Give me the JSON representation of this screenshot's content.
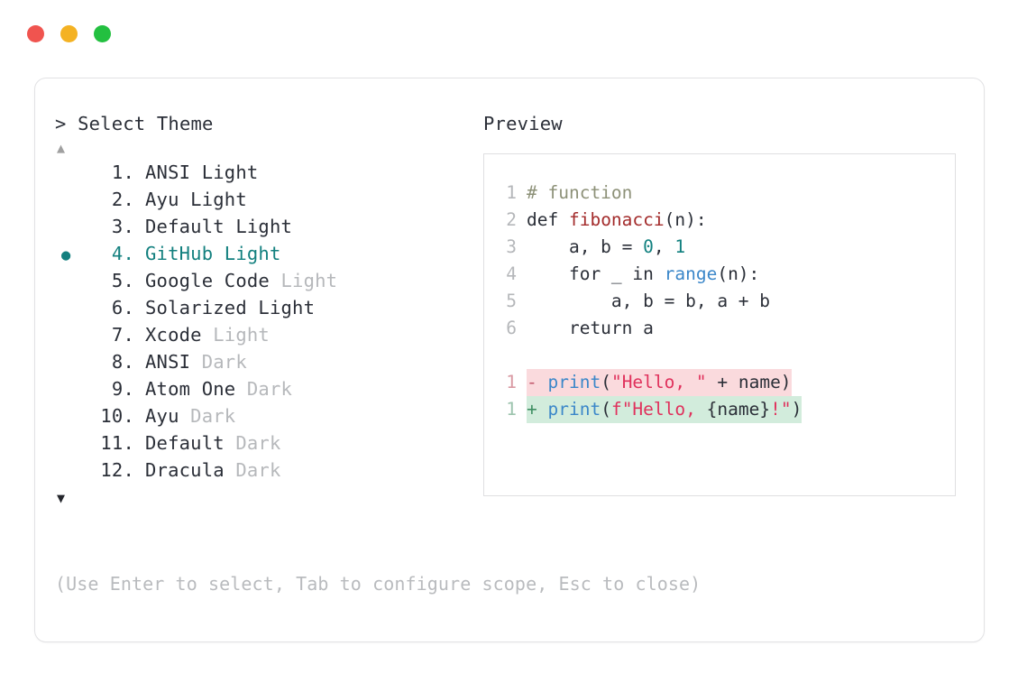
{
  "window": {
    "traffic_lights": [
      {
        "name": "close",
        "color": "#f0544f"
      },
      {
        "name": "minimize",
        "color": "#f4b223"
      },
      {
        "name": "zoom",
        "color": "#23c040"
      }
    ]
  },
  "picker": {
    "prompt": "> Select Theme",
    "scroll_up": "▲",
    "scroll_down": "▼",
    "selected_index": 4,
    "selected_marker": "●",
    "items": [
      {
        "index": "1.",
        "name": "ANSI",
        "suffix": "Light",
        "suffix_dim": false,
        "selected": false
      },
      {
        "index": "2.",
        "name": "Ayu",
        "suffix": "Light",
        "suffix_dim": false,
        "selected": false
      },
      {
        "index": "3.",
        "name": "Default",
        "suffix": "Light",
        "suffix_dim": false,
        "selected": false
      },
      {
        "index": "4.",
        "name": "GitHub",
        "suffix": "Light",
        "suffix_dim": false,
        "selected": true
      },
      {
        "index": "5.",
        "name": "Google Code",
        "suffix": "Light",
        "suffix_dim": true,
        "selected": false
      },
      {
        "index": "6.",
        "name": "Solarized",
        "suffix": "Light",
        "suffix_dim": false,
        "selected": false
      },
      {
        "index": "7.",
        "name": "Xcode",
        "suffix": "Light",
        "suffix_dim": true,
        "selected": false
      },
      {
        "index": "8.",
        "name": "ANSI",
        "suffix": "Dark",
        "suffix_dim": true,
        "selected": false
      },
      {
        "index": "9.",
        "name": "Atom One",
        "suffix": "Dark",
        "suffix_dim": true,
        "selected": false
      },
      {
        "index": "10.",
        "name": "Ayu",
        "suffix": "Dark",
        "suffix_dim": true,
        "selected": false
      },
      {
        "index": "11.",
        "name": "Default",
        "suffix": "Dark",
        "suffix_dim": true,
        "selected": false
      },
      {
        "index": "12.",
        "name": "Dracula",
        "suffix": "Dark",
        "suffix_dim": true,
        "selected": false
      }
    ],
    "hint": "(Use Enter to select, Tab to configure scope, Esc to close)"
  },
  "preview": {
    "label": "Preview",
    "code_lines": [
      {
        "ln": "1",
        "tokens": [
          {
            "t": "# function",
            "c": "comment"
          }
        ]
      },
      {
        "ln": "2",
        "tokens": [
          {
            "t": "def ",
            "c": "kw"
          },
          {
            "t": "fibonacci",
            "c": "fn"
          },
          {
            "t": "(n):",
            "c": "plain"
          }
        ]
      },
      {
        "ln": "3",
        "tokens": [
          {
            "t": "    a, b = ",
            "c": "plain"
          },
          {
            "t": "0",
            "c": "num"
          },
          {
            "t": ", ",
            "c": "plain"
          },
          {
            "t": "1",
            "c": "num"
          }
        ]
      },
      {
        "ln": "4",
        "tokens": [
          {
            "t": "    for _ in ",
            "c": "plain"
          },
          {
            "t": "range",
            "c": "builtin"
          },
          {
            "t": "(n):",
            "c": "plain"
          }
        ]
      },
      {
        "ln": "5",
        "tokens": [
          {
            "t": "        a, b = b, a + b",
            "c": "plain"
          }
        ]
      },
      {
        "ln": "6",
        "tokens": [
          {
            "t": "    return a",
            "c": "plain"
          }
        ]
      }
    ],
    "diff_lines": [
      {
        "ln": "1",
        "kind": "del",
        "sign": "-",
        "tokens": [
          {
            "t": "print",
            "c": "builtin"
          },
          {
            "t": "(",
            "c": "plain"
          },
          {
            "t": "\"Hello, \"",
            "c": "str"
          },
          {
            "t": " + name)",
            "c": "plain"
          }
        ]
      },
      {
        "ln": "1",
        "kind": "add",
        "sign": "+",
        "tokens": [
          {
            "t": "print",
            "c": "builtin"
          },
          {
            "t": "(",
            "c": "plain"
          },
          {
            "t": "f\"Hello, ",
            "c": "str"
          },
          {
            "t": "{name}",
            "c": "plain"
          },
          {
            "t": "!\"",
            "c": "str"
          },
          {
            "t": ")",
            "c": "plain"
          }
        ]
      }
    ]
  },
  "colors": {
    "accent_teal": "#13807f",
    "diff_del_bg": "#fadadd",
    "diff_add_bg": "#d2ecdc",
    "text": "#2b2f38",
    "dim": "#b6b8bb"
  }
}
